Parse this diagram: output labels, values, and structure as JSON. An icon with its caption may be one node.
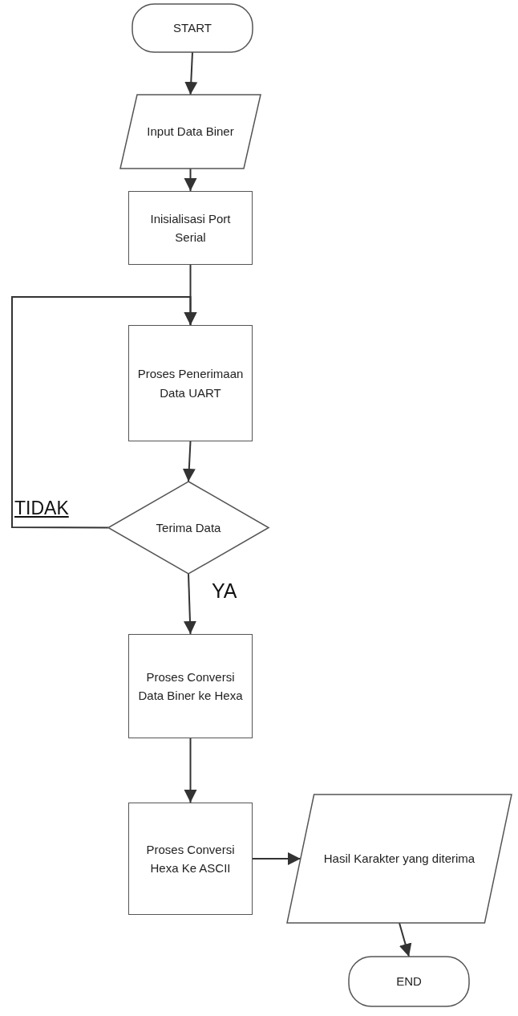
{
  "diagram": {
    "nodes": [
      {
        "text": [
          "START"
        ]
      },
      {
        "text": [
          "Input Data Biner"
        ]
      },
      {
        "text": [
          "Inisialisasi Port Serial"
        ]
      },
      {
        "text": [
          "Proses Penerimaan Data UART"
        ]
      },
      {
        "text": [
          "Terima Data"
        ]
      },
      {
        "text": [
          "Proses Conversi Data Biner ke Hexa"
        ]
      },
      {
        "text": [
          "Proses Conversi Hexa Ke ASCII"
        ]
      },
      {
        "text": [
          "Hasil Karakter yang diterima"
        ]
      },
      {
        "text": [
          "END"
        ]
      }
    ],
    "edges": [
      {
        "from": 0,
        "to": 1,
        "arrow": "to"
      },
      {
        "from": 1,
        "to": 2,
        "arrow": "to"
      },
      {
        "from": 2,
        "to": 3,
        "arrow": "to"
      },
      {
        "from": 3,
        "to": 4,
        "arrow": "to"
      },
      {
        "from": 4,
        "to": 3,
        "arrow": "to",
        "label": "TIDAK"
      },
      {
        "from": 4,
        "to": 5,
        "arrow": "to",
        "label": "YA"
      },
      {
        "from": 5,
        "to": 6,
        "arrow": "to"
      },
      {
        "from": 6,
        "to": 7,
        "arrow": "to"
      },
      {
        "from": 7,
        "to": 8,
        "arrow": "to"
      }
    ]
  }
}
